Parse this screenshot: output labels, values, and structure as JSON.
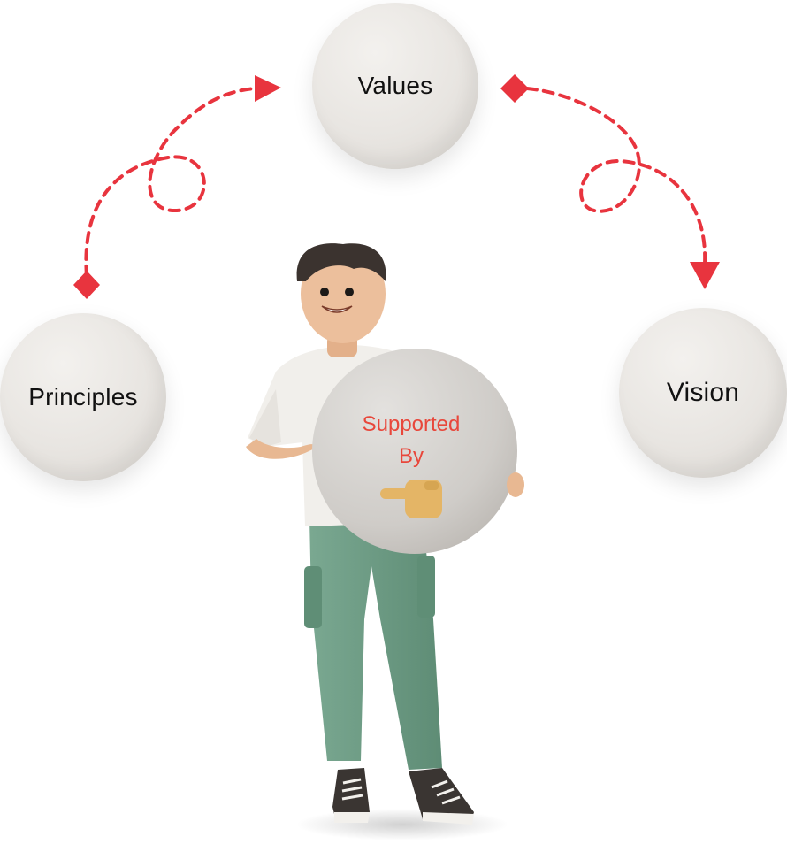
{
  "nodes": {
    "values": "Values",
    "principles": "Principles",
    "vision": "Vision"
  },
  "sign": {
    "line1": "Supported",
    "line2": "By",
    "icon": "pointing-hand-icon"
  },
  "colors": {
    "arrow": "#e8343e",
    "sign_text": "#e8473b",
    "node_fill": "#e9e6e2",
    "shirt": "#f1efeb",
    "pants": "#6f9d86",
    "hand_icon": "#e4b566"
  }
}
